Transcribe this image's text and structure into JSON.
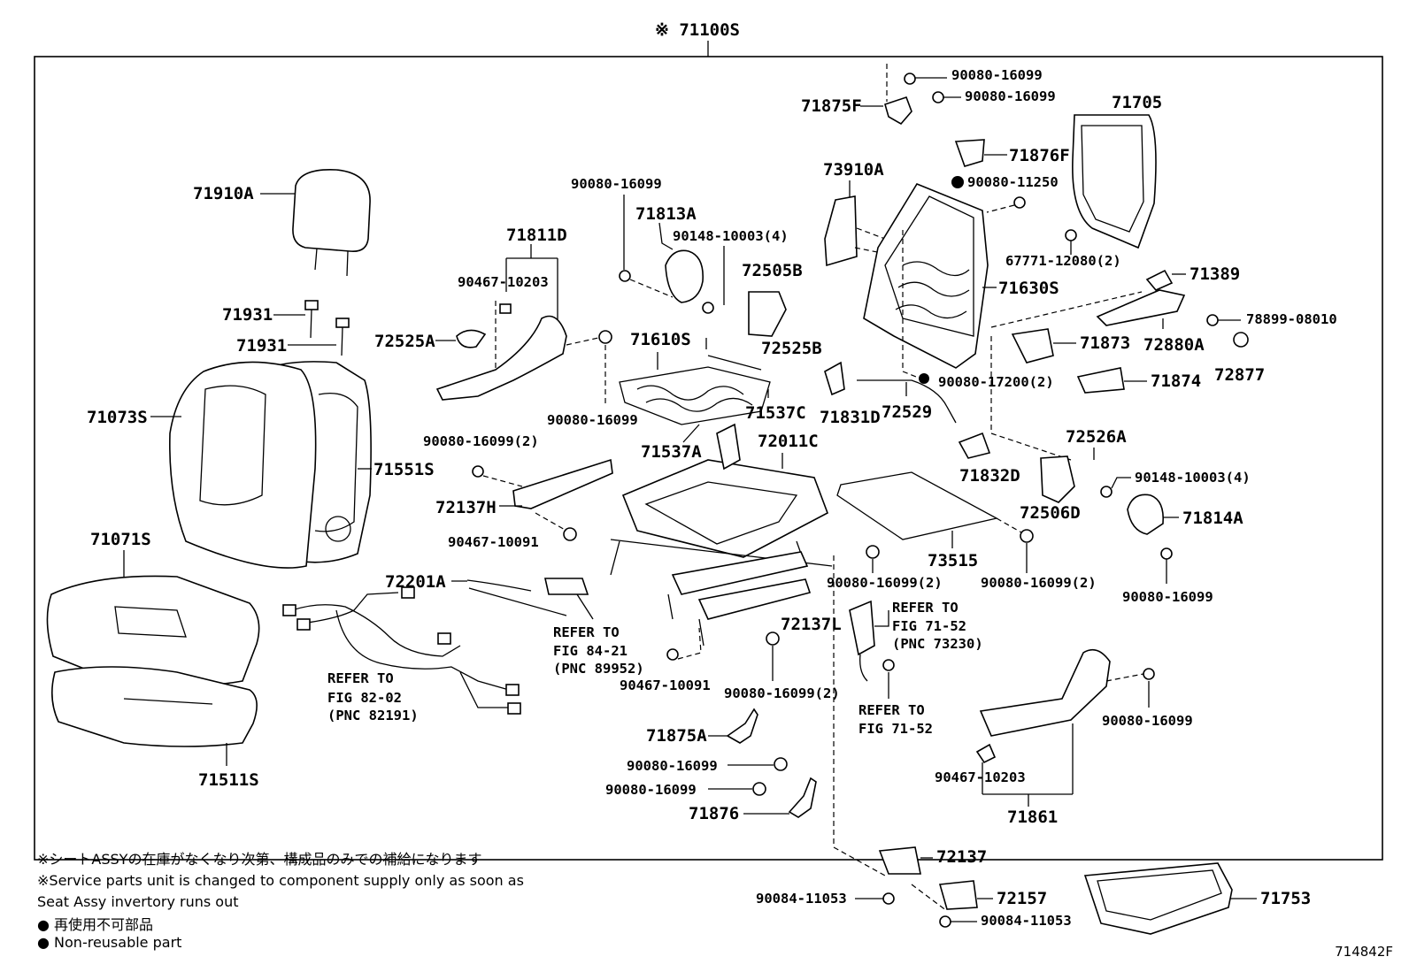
{
  "title": "※ 71100S",
  "labels": {
    "l71910A": "71910A",
    "l71931a": "71931",
    "l71931b": "71931",
    "l71073S": "71073S",
    "l71551S": "71551S",
    "l71071S": "71071S",
    "l71511S": "71511S",
    "l71811D": "71811D",
    "l90467_10203a": "90467-10203",
    "l72525A": "72525A",
    "l90080_16099a": "90080-16099",
    "l71813A": "71813A",
    "l90148_10003a": "90148-10003(4)",
    "l72505B": "72505B",
    "l72525B": "72525B",
    "l71610S": "71610S",
    "l90080_16099b": "90080-16099",
    "l71537C": "71537C",
    "l71537A": "71537A",
    "l72011C": "72011C",
    "l90080_16099_2a": "90080-16099(2)",
    "l72137H": "72137H",
    "l90467_10091a": "90467-10091",
    "l72201A": "72201A",
    "l72137L": "72137L",
    "l90467_10091b": "90467-10091",
    "l90080_16099_2b": "90080-16099(2)",
    "l71875A": "71875A",
    "l90080_16099c": "90080-16099",
    "l90080_16099d": "90080-16099",
    "l71876": "71876",
    "l71875F": "71875F",
    "l90080_16099e": "90080-16099",
    "l90080_16099f": "90080-16099",
    "l71876F": "71876F",
    "l90080_11250": "90080-11250",
    "l73910A": "73910A",
    "l71705": "71705",
    "l67771": "67771-12080(2)",
    "l71630S": "71630S",
    "l71389": "71389",
    "l72880A": "72880A",
    "l78899": "78899-08010",
    "l72877": "72877",
    "l71873": "71873",
    "l71874": "71874",
    "l90080_17200": "90080-17200(2)",
    "l71831D": "71831D",
    "l72529": "72529",
    "l71832D": "71832D",
    "l72526A": "72526A",
    "l72506D": "72506D",
    "l90148_10003b": "90148-10003(4)",
    "l71814A": "71814A",
    "l73515": "73515",
    "l90080_16099_2c": "90080-16099(2)",
    "l90080_16099_2d": "90080-16099(2)",
    "l90080_16099g": "90080-16099",
    "l90080_16099h": "90080-16099",
    "l90467_10203b": "90467-10203",
    "l71861": "71861",
    "l72137": "72137",
    "l72157": "72157",
    "l90084_11053a": "90084-11053",
    "l90084_11053b": "90084-11053",
    "l71753": "71753"
  },
  "refs": {
    "r1": [
      "REFER TO",
      "FIG 82-02",
      "(PNC 82191)"
    ],
    "r2": [
      "REFER TO",
      "FIG 84-21",
      "(PNC 89952)"
    ],
    "r3": [
      "REFER TO",
      "FIG 71-52",
      "(PNC 73230)"
    ],
    "r4": [
      "REFER TO",
      "FIG 71-52"
    ]
  },
  "notes": {
    "jp1": "※シートASSYの在庫がなくなり次第、構成品のみでの補給になります",
    "en1": "※Service parts unit is changed to component supply only as soon as",
    "en2": "Seat Assy invertory runs out",
    "jp2": "● 再使用不可部品",
    "en3": "● Non-reusable part"
  },
  "figure_id": "714842F"
}
